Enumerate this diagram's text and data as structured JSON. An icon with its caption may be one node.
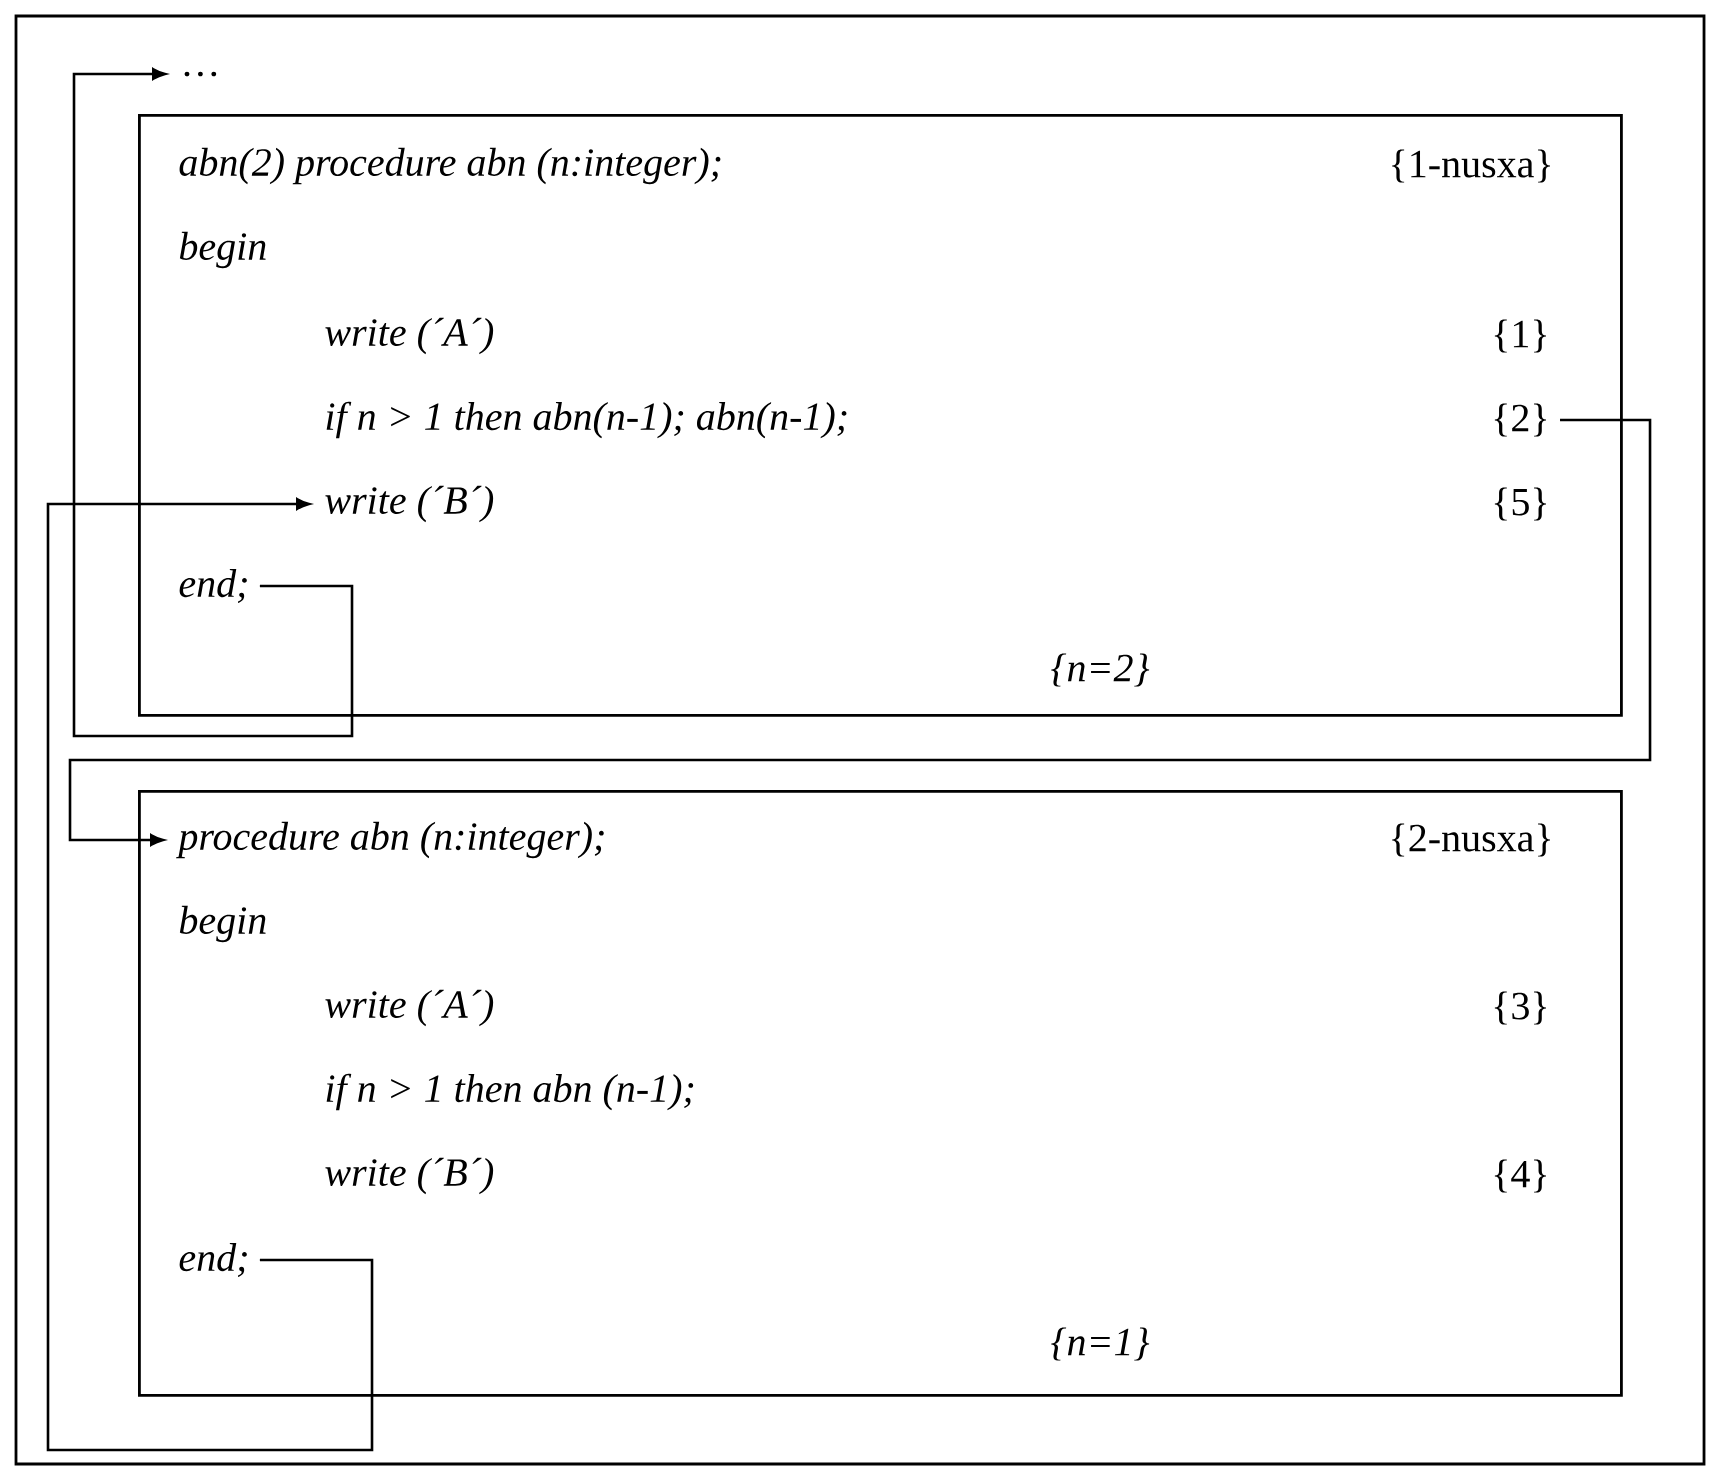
{
  "diagram": {
    "nodes": [
      {
        "text": [
          "…"
        ]
      },
      {
        "text": [],
        "shape": "box"
      },
      {
        "text": [
          "abn(2) procedure abn (n:integer);"
        ],
        "in": 1
      },
      {
        "text": [
          "{1-nusxa}"
        ],
        "in": 1
      },
      {
        "text": [
          "begin"
        ],
        "in": 1
      },
      {
        "text": [
          "write (´A´)"
        ],
        "in": 1
      },
      {
        "text": [
          "{1}"
        ],
        "in": 1
      },
      {
        "text": [
          "if n > 1 then abn(n-1); abn(n-1);"
        ],
        "in": 1
      },
      {
        "text": [
          "{2}"
        ],
        "in": 1
      },
      {
        "text": [
          "write (´B´)"
        ],
        "in": 1
      },
      {
        "text": [
          "{5}"
        ],
        "in": 1
      },
      {
        "text": [
          "end;"
        ],
        "in": 1
      },
      {
        "text": [
          "{n=2}"
        ],
        "in": 1
      },
      {
        "text": [],
        "shape": "box"
      },
      {
        "text": [
          "procedure abn (n:integer);"
        ],
        "in": 13
      },
      {
        "text": [
          "{2-nusxa}"
        ],
        "in": 13
      },
      {
        "text": [
          "begin"
        ],
        "in": 13
      },
      {
        "text": [
          "write (´A´)"
        ],
        "in": 13
      },
      {
        "text": [
          "{3}"
        ],
        "in": 13
      },
      {
        "text": [
          "if n > 1 then abn (n-1);"
        ],
        "in": 13
      },
      {
        "text": [
          "write (´B´)"
        ],
        "in": 13
      },
      {
        "text": [
          "{4}"
        ],
        "in": 13
      },
      {
        "text": [
          "end;"
        ],
        "in": 13
      },
      {
        "text": [
          "{n=1}"
        ],
        "in": 13
      }
    ],
    "edges": [
      {
        "from": 11,
        "to": 0,
        "arrow": "to"
      },
      {
        "from": 8,
        "to": 14,
        "arrow": "to"
      },
      {
        "from": 22,
        "to": 9,
        "arrow": "to"
      }
    ]
  }
}
